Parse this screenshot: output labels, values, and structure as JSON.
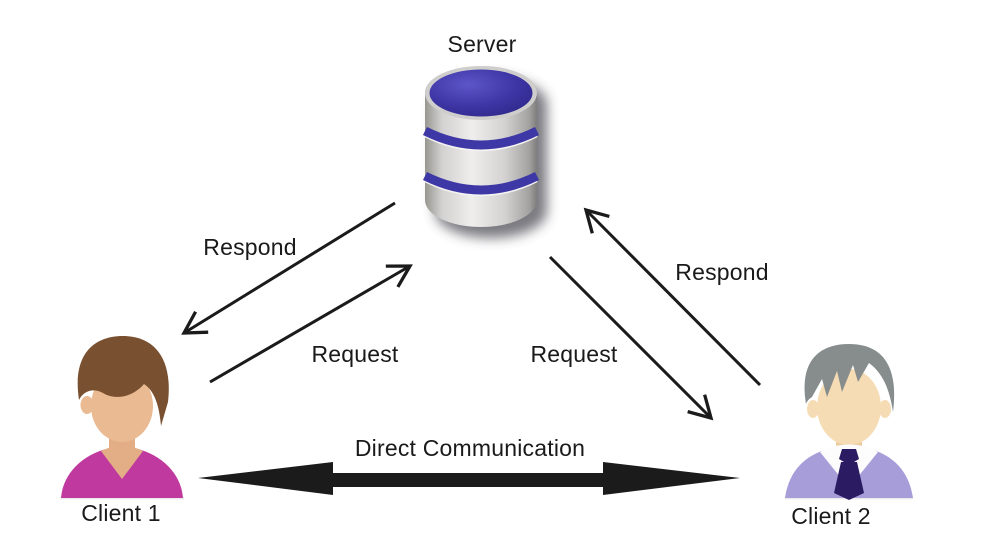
{
  "diagram": {
    "server": {
      "label": "Server"
    },
    "client1": {
      "label": "Client 1"
    },
    "client2": {
      "label": "Client 2"
    },
    "arrows": {
      "respond_left": "Respond",
      "request_left": "Request",
      "request_right": "Request",
      "respond_right": "Respond",
      "direct": "Direct Communication"
    }
  },
  "colors": {
    "background": "#ffffff",
    "text": "#1a1a1a",
    "arrow": "#1b1b1b",
    "db_top_blue": "#3d35a4",
    "db_band_blue": "#3e37a6",
    "db_body_gray": "#d6d5d4",
    "client1_hair": "#7a5130",
    "client1_skin": "#eaba92",
    "client1_neck": "#e3ae85",
    "client1_shirt": "#c0399e",
    "client2_hair": "#878d8d",
    "client2_skin": "#f6dcb4",
    "client2_neck": "#eccb9f",
    "client2_collar": "#fcfcfc",
    "client2_tie": "#2a1b62",
    "client2_jacket": "#a69dd9"
  }
}
